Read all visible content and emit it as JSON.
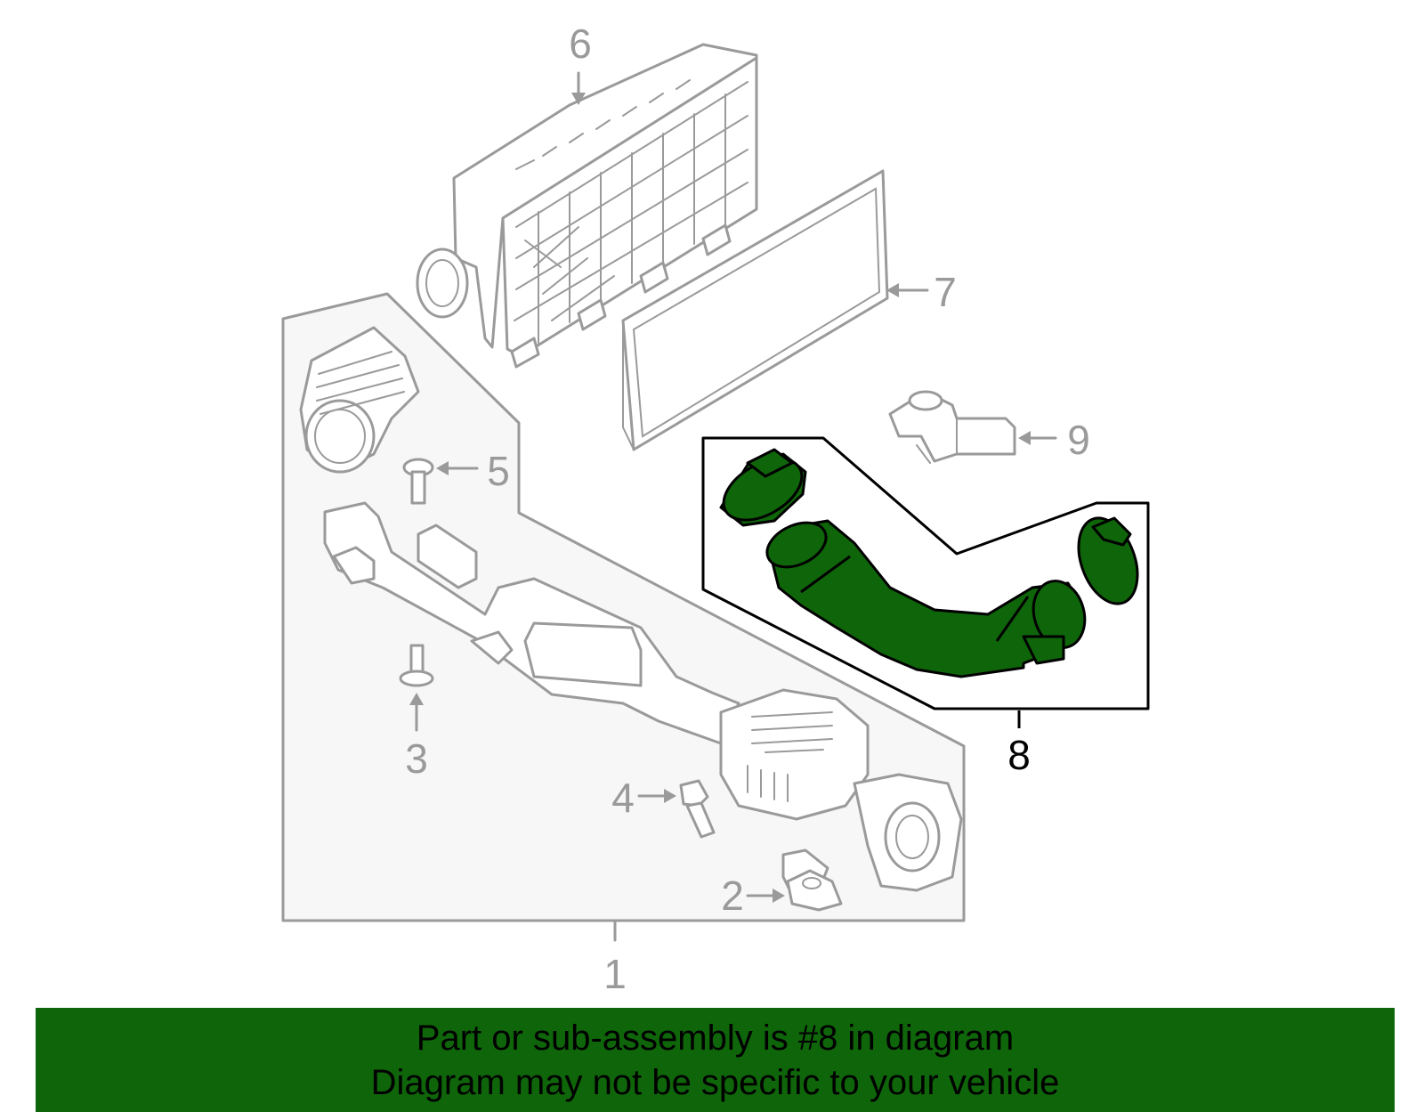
{
  "callouts": {
    "c1": "1",
    "c2": "2",
    "c3": "3",
    "c4": "4",
    "c5": "5",
    "c6": "6",
    "c7": "7",
    "c8": "8",
    "c9": "9"
  },
  "highlight": {
    "part_number": "8",
    "fill_color": "#0f650a",
    "outline_color": "#000000"
  },
  "banner": {
    "line1": "Part or sub-assembly is #8 in diagram",
    "line2": "Diagram may not be specific to your vehicle",
    "background_color": "#0f650a"
  }
}
